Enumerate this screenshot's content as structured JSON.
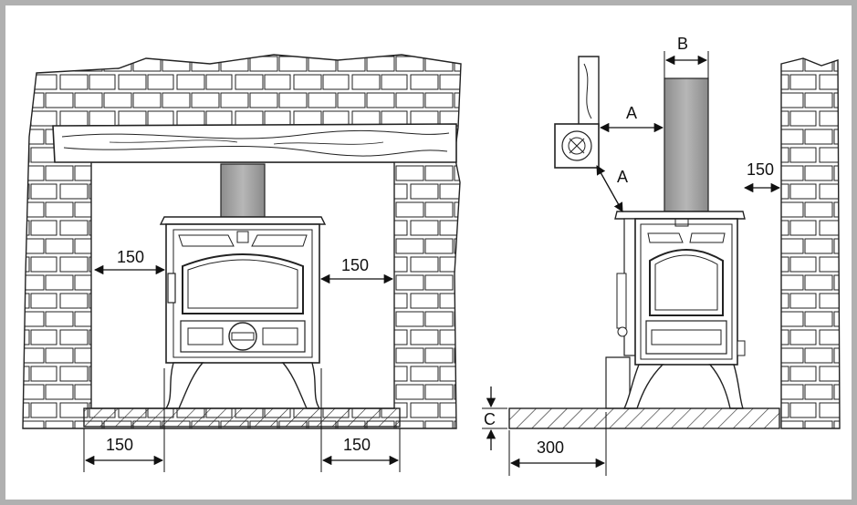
{
  "left_view": {
    "side_clearance_left": "150",
    "side_clearance_right": "150",
    "hearth_extension_left": "150",
    "hearth_extension_right": "150"
  },
  "right_view": {
    "flue_pipe_width_label": "B",
    "combustible_clearance_horizontal_label": "A",
    "combustible_clearance_diagonal_label": "A",
    "rear_wall_clearance": "150",
    "hearth_thickness_label": "C",
    "front_hearth_depth": "300"
  },
  "colors": {
    "frame_border": "#b0b0b0",
    "line": "#1a1a1a",
    "flue_pipe_fill": "#a9a9a9",
    "stove_fill": "#ffffff"
  }
}
